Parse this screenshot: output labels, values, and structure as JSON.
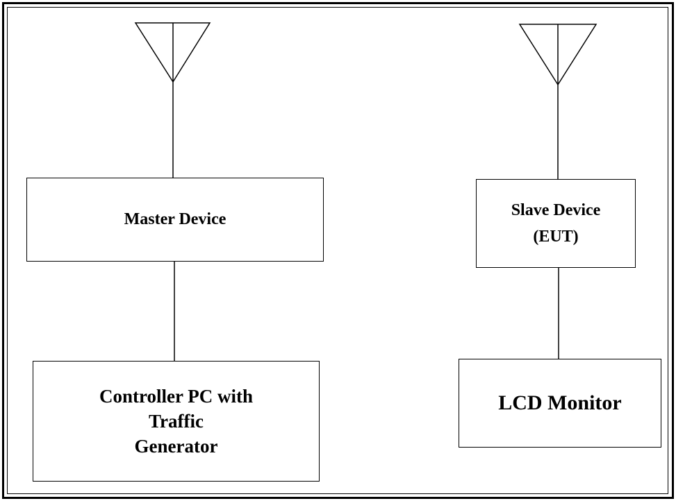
{
  "diagram": {
    "master_device": {
      "label": "Master Device"
    },
    "controller_pc": {
      "lines": [
        "Controller PC with",
        "Traffic",
        "Generator"
      ]
    },
    "slave_device": {
      "lines": [
        "Slave Device",
        "(EUT)"
      ]
    },
    "lcd_monitor": {
      "label": "LCD Monitor"
    }
  }
}
